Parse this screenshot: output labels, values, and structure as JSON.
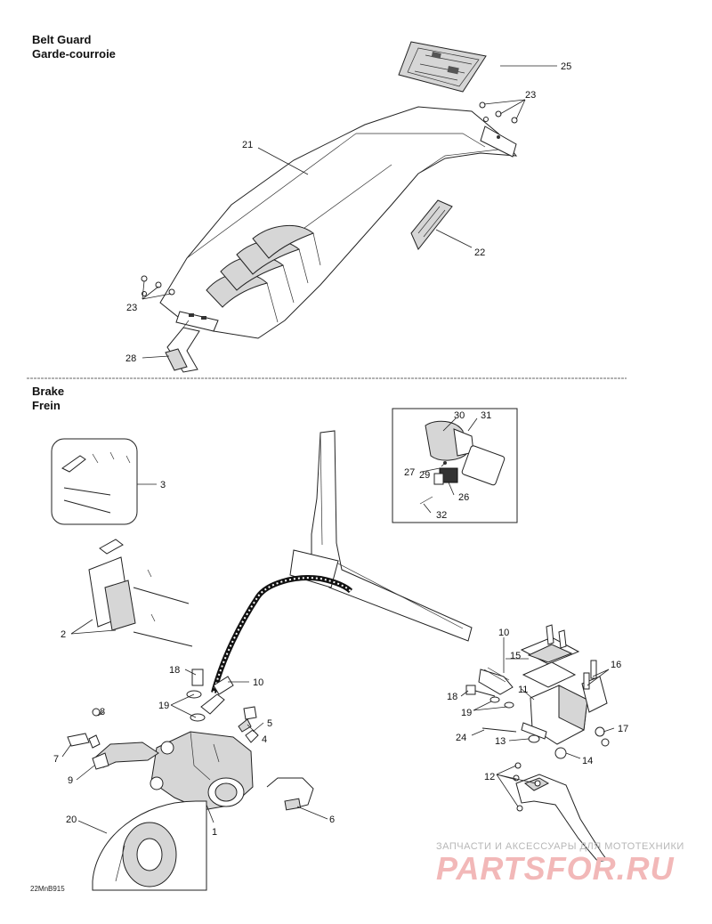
{
  "sections": {
    "belt_guard": {
      "title_en": "Belt Guard",
      "title_fr": "Garde-courroie"
    },
    "brake": {
      "title_en": "Brake",
      "title_fr": "Frein"
    }
  },
  "callouts": {
    "c25": "25",
    "c23a": "23",
    "c21": "21",
    "c22": "22",
    "c23b": "23",
    "c28": "28",
    "c30": "30",
    "c31": "31",
    "c27": "27",
    "c29": "29",
    "c26": "26",
    "c32": "32",
    "c3": "3",
    "c2": "2",
    "c10a": "10",
    "c15": "15",
    "c16": "16",
    "c18a": "18",
    "c10b": "10",
    "c11": "11",
    "c18b": "18",
    "c19a": "19",
    "c8": "8",
    "c5": "5",
    "c4": "4",
    "c19b": "19",
    "c17": "17",
    "c24": "24",
    "c13": "13",
    "c14": "14",
    "c7": "7",
    "c9": "9",
    "c12": "12",
    "c6": "6",
    "c1": "1",
    "c20": "20"
  },
  "reference_code": "22MnB915",
  "watermark": {
    "tagline": "ЗАПЧАСТИ И АКСЕССУАРЫ ДЛЯ МОТОТЕХНИКИ",
    "logo": "PARTSFOR.RU"
  },
  "colors": {
    "line": "#222222",
    "watermark_logo": "#f2b8b8",
    "watermark_text": "#b7b7b7"
  }
}
